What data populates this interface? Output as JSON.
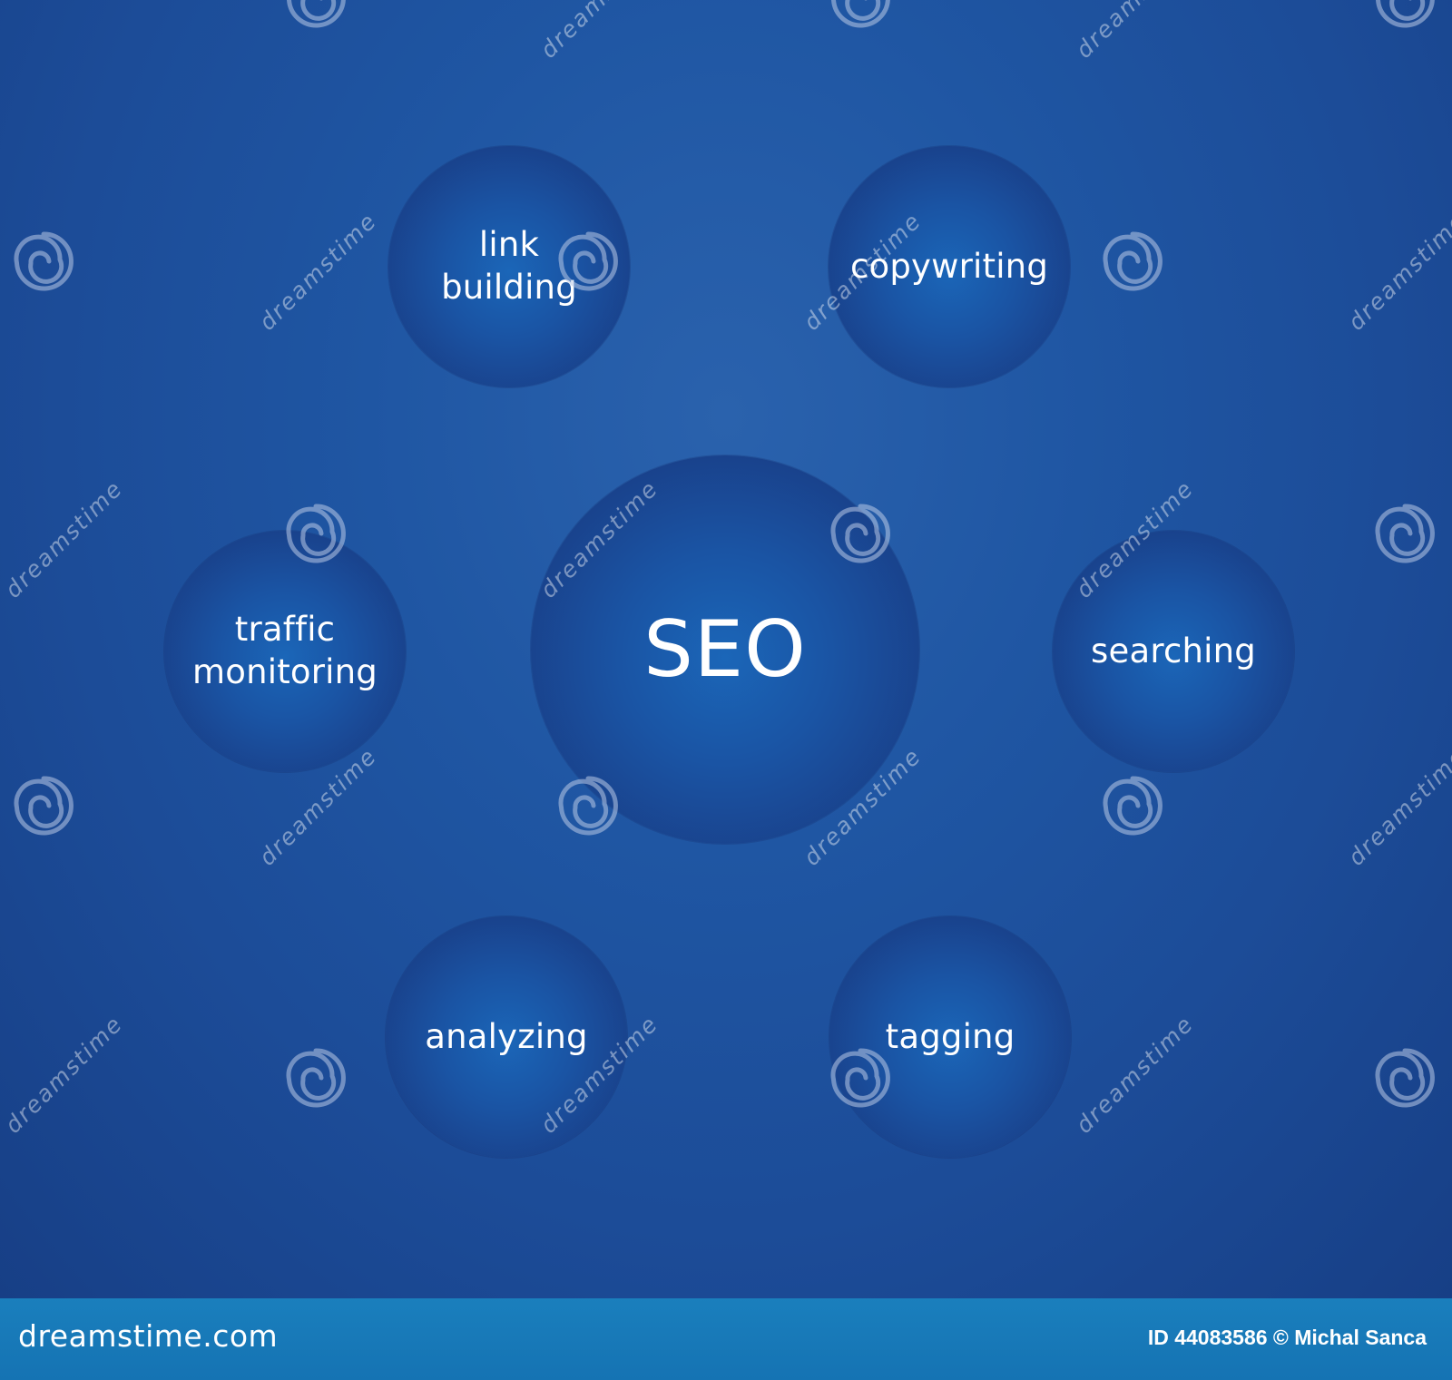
{
  "diagram": {
    "center": {
      "label": "SEO"
    },
    "nodes": [
      {
        "id": "link",
        "label": "link\nbuilding"
      },
      {
        "id": "copy",
        "label": "copywriting"
      },
      {
        "id": "traffic",
        "label": "traffic\nmonitoring"
      },
      {
        "id": "search",
        "label": "searching"
      },
      {
        "id": "analyze",
        "label": "analyzing"
      },
      {
        "id": "tag",
        "label": "tagging"
      }
    ]
  },
  "watermark": {
    "text": "dreamstime",
    "icon": "swirl-logo-icon"
  },
  "banner": {
    "logo_text": "dreamstime.com",
    "credit": "ID 44083586 © Michal Sanca"
  },
  "colors": {
    "background": "#1f4b96",
    "bubble": "#1a54a4",
    "banner": "#1a7fbd",
    "text": "#ffffff"
  }
}
